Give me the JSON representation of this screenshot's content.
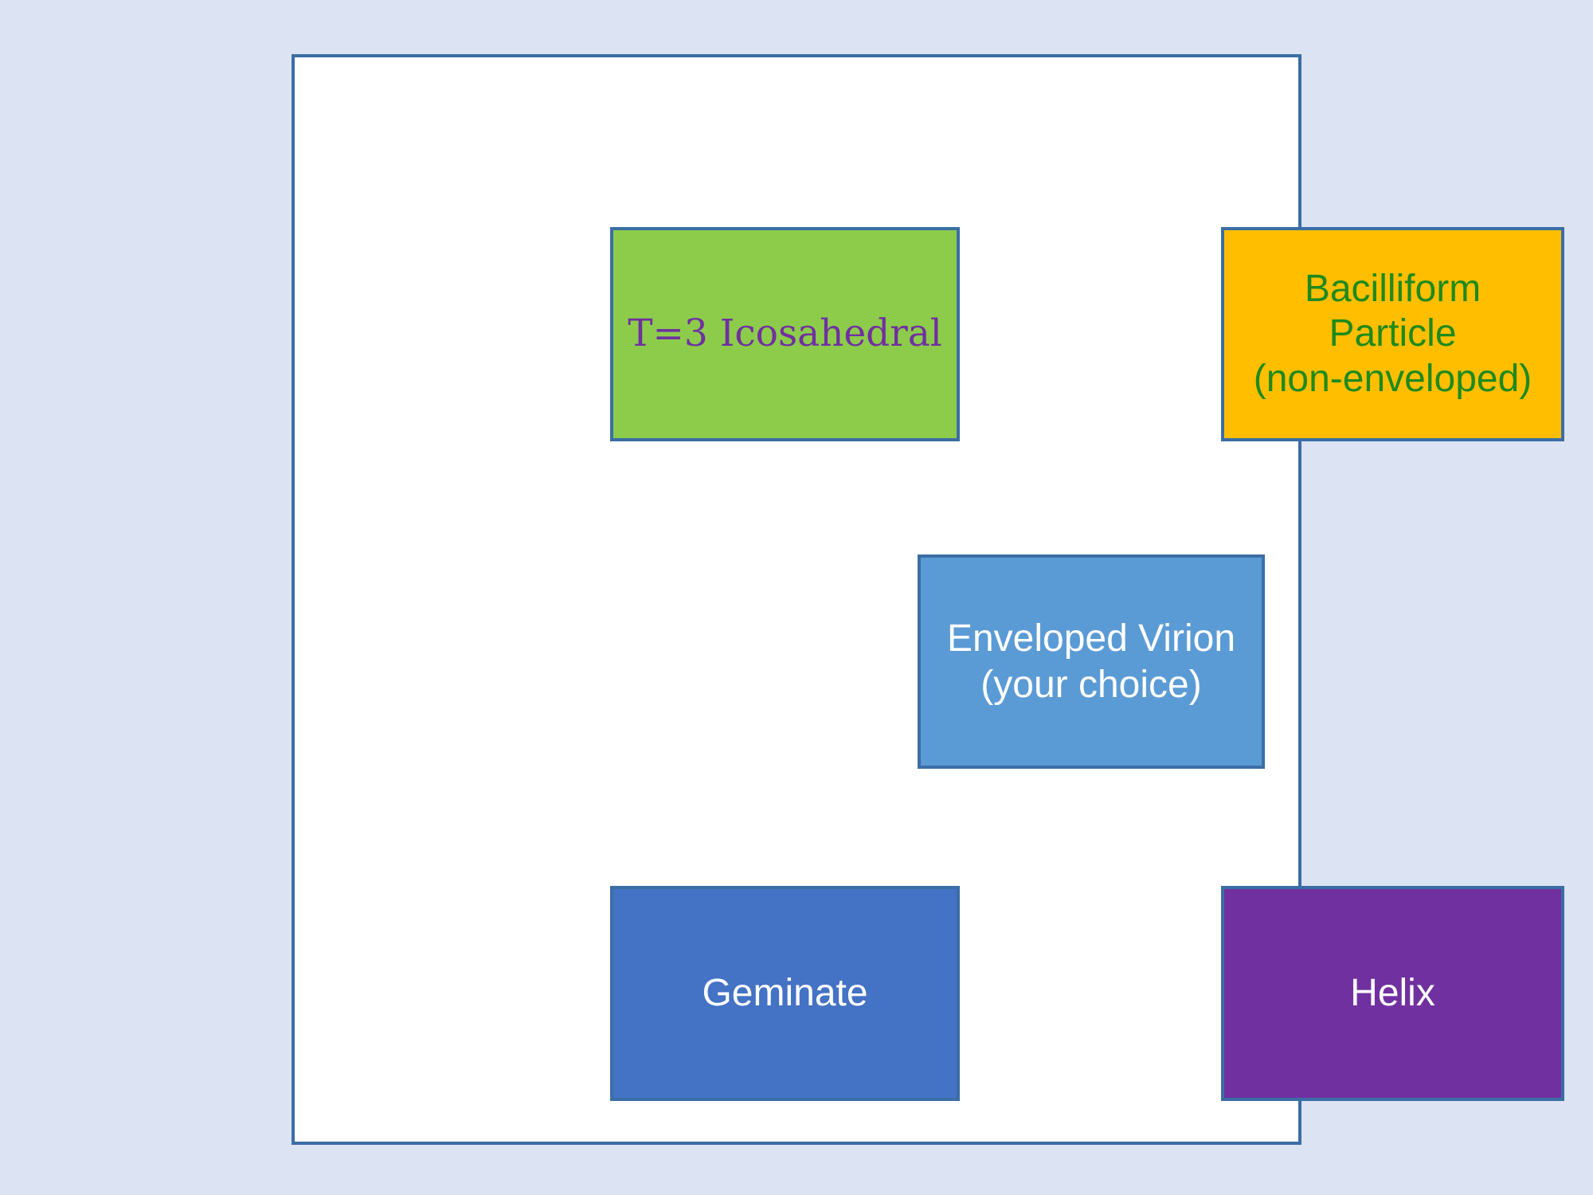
{
  "page": {
    "background_color": "#dce3f2",
    "panel": {
      "background_color": "#ffffff",
      "border_color": "#3b6ea5"
    }
  },
  "boxes": [
    {
      "id": "icosahedral",
      "label": "T=3 Icosahedral",
      "fill_color": "#8dcc4b",
      "text_color": "#7030a0",
      "border_color": "#3b6ea5"
    },
    {
      "id": "bacilliform",
      "label": "Bacilliform\nParticle\n(non-enveloped)",
      "fill_color": "#ffbf00",
      "text_color": "#1e8a1e",
      "border_color": "#3b6ea5"
    },
    {
      "id": "enveloped",
      "label": "Enveloped Virion\n(your choice)",
      "fill_color": "#5b9bd5",
      "text_color": "#ffffff",
      "border_color": "#3b6ea5"
    },
    {
      "id": "geminate",
      "label": "Geminate",
      "fill_color": "#4472c4",
      "text_color": "#ffffff",
      "border_color": "#3b6ea5"
    },
    {
      "id": "helix",
      "label": "Helix",
      "fill_color": "#7030a0",
      "text_color": "#ffffff",
      "border_color": "#3b6ea5"
    }
  ]
}
